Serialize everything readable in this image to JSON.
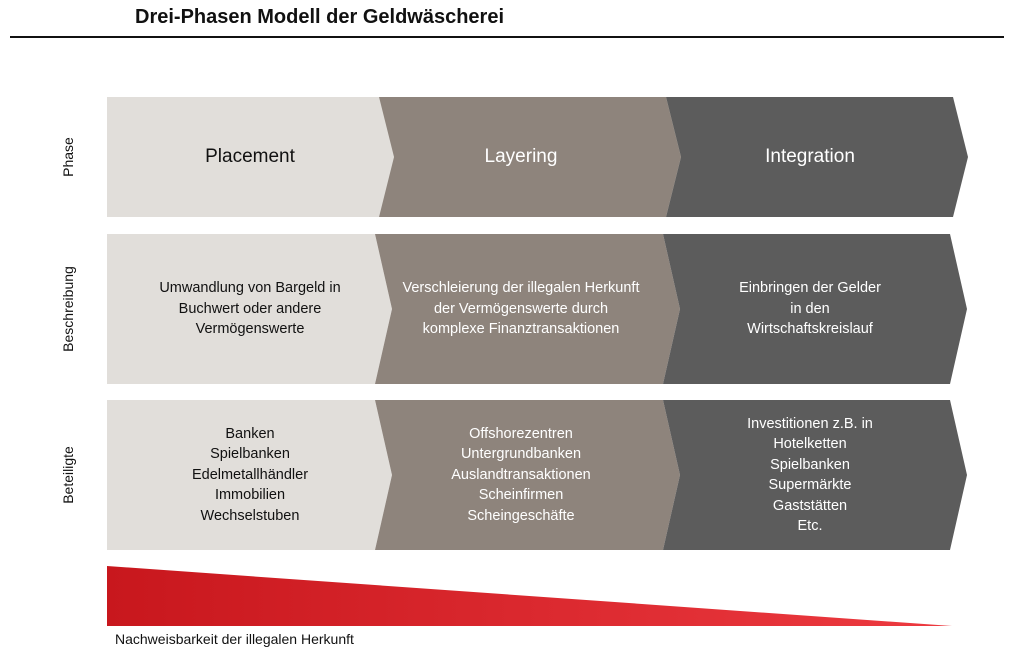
{
  "title": "Drei-Phasen Modell der Geldwäscherei",
  "colors": {
    "placement": "#e1deda",
    "layering": "#8e847c",
    "integration": "#5c5c5c",
    "gradient_start": "#c8171d",
    "gradient_end": "#ed3a40"
  },
  "rows": {
    "phase": {
      "label": "Phase",
      "cells": [
        "Placement",
        "Layering",
        "Integration"
      ]
    },
    "beschreibung": {
      "label": "Beschreibung",
      "cells": [
        "Umwandlung von Bargeld in\nBuchwert oder andere\nVermögenswerte",
        "Verschleierung der illegalen Herkunft\nder Vermögenswerte durch\nkomplexe Finanztransaktionen",
        "Einbringen der Gelder\nin den\nWirtschaftskreislauf"
      ]
    },
    "beteiligte": {
      "label": "Beteiligte",
      "cells": [
        "Banken\nSpielbanken\nEdelmetallhändler\nImmobilien\nWechselstuben",
        "Offshorezentren\nUntergrundbanken\nAuslandtransaktionen\nScheinfirmen\nScheingeschäfte",
        "Investitionen z.B. in\nHotelketten\nSpielbanken\nSupermärkte\nGaststätten\nEtc."
      ]
    }
  },
  "footer_label": "Nachweisbarkeit der illegalen Herkunft"
}
